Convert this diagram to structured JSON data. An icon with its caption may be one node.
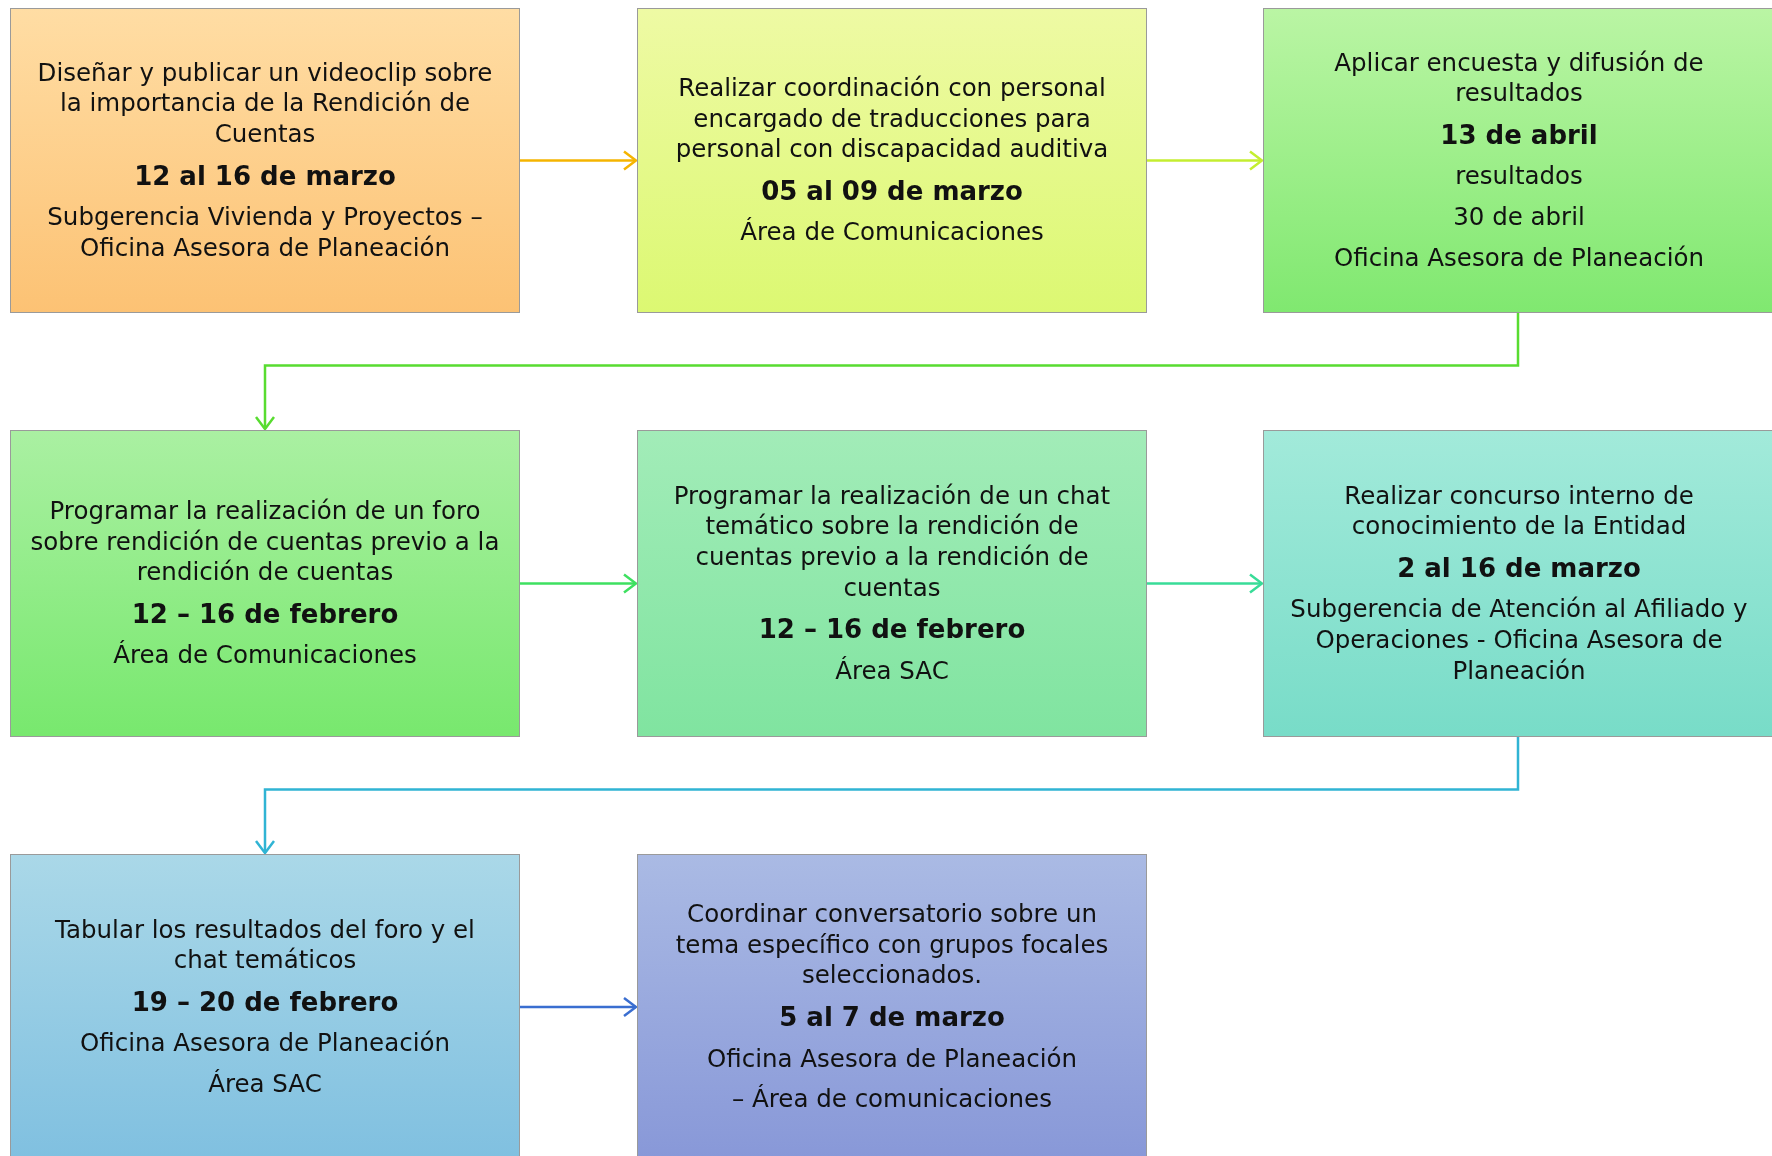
{
  "diagram": {
    "nodes": [
      {
        "text": [
          "Diseñar y publicar un videoclip sobre la importancia de la Rendición de Cuentas",
          "12 al 16 de marzo",
          "Subgerencia Vivienda y Proyectos – Oficina Asesora de Planeación"
        ]
      },
      {
        "text": [
          "Realizar coordinación con personal encargado de traducciones para personal con discapacidad auditiva",
          "05 al 09 de marzo",
          "Área de Comunicaciones"
        ]
      },
      {
        "text": [
          "Aplicar encuesta y difusión de resultados",
          "13 de abril",
          "resultados",
          "30 de abril",
          "Oficina Asesora de Planeación"
        ]
      },
      {
        "text": [
          "Programar la realización de un foro sobre rendición de cuentas previo a la rendición de cuentas",
          "12 – 16 de febrero",
          "Área de Comunicaciones"
        ]
      },
      {
        "text": [
          "Programar la realización de un chat temático sobre la rendición de cuentas previo a la rendición de cuentas",
          "12 – 16 de febrero",
          "Área SAC"
        ]
      },
      {
        "text": [
          "Realizar concurso interno de conocimiento de la Entidad",
          "2 al 16 de marzo",
          "Subgerencia de Atención al Afiliado y Operaciones - Oficina Asesora de Planeación"
        ]
      },
      {
        "text": [
          "Tabular los resultados del foro y el chat temáticos",
          "19 – 20 de febrero",
          "Oficina Asesora de Planeación",
          "Área SAC"
        ]
      },
      {
        "text": [
          "Coordinar conversatorio sobre un tema específico con grupos focales seleccionados.",
          "5 al 7 de marzo",
          "Oficina Asesora de Planeación",
          "– Área de comunicaciones"
        ]
      }
    ],
    "edges": [
      {
        "from": 0,
        "to": 1,
        "arrow": "to",
        "color": "#f5b400"
      },
      {
        "from": 1,
        "to": 2,
        "arrow": "to",
        "color": "#c4ee30"
      },
      {
        "from": 2,
        "to": 3,
        "arrow": "to",
        "color": "#58dc30"
      },
      {
        "from": 3,
        "to": 4,
        "arrow": "to",
        "color": "#3ee060"
      },
      {
        "from": 4,
        "to": 5,
        "arrow": "to",
        "color": "#38dc98"
      },
      {
        "from": 5,
        "to": 6,
        "arrow": "to",
        "color": "#30b4d4"
      },
      {
        "from": 6,
        "to": 7,
        "arrow": "to",
        "color": "#3a6ed0"
      }
    ]
  }
}
